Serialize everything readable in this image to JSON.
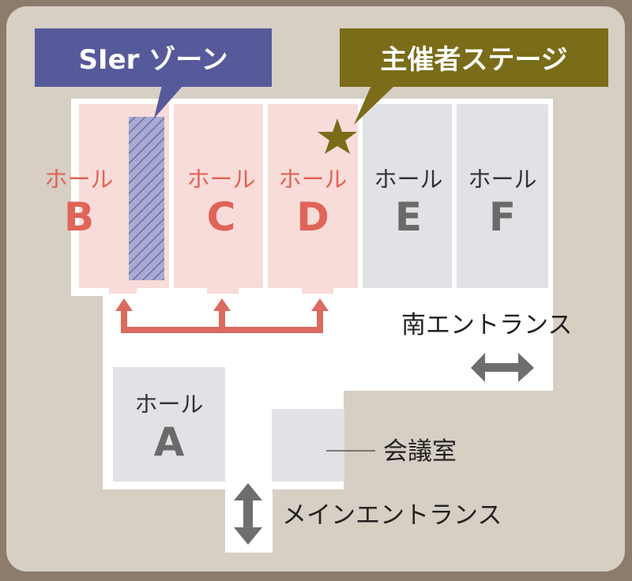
{
  "callouts": {
    "sier_zone": "SIer ゾーン",
    "organizer_stage": "主催者ステージ"
  },
  "halls": [
    {
      "prefix": "ホール",
      "letter": "B",
      "state": "highlighted"
    },
    {
      "prefix": "ホール",
      "letter": "C",
      "state": "highlighted"
    },
    {
      "prefix": "ホール",
      "letter": "D",
      "state": "highlighted"
    },
    {
      "prefix": "ホール",
      "letter": "E",
      "state": "normal"
    },
    {
      "prefix": "ホール",
      "letter": "F",
      "state": "normal"
    },
    {
      "prefix": "ホール",
      "letter": "A",
      "state": "normal"
    }
  ],
  "labels": {
    "south_entrance": "南エントランス",
    "meeting_room": "会議室",
    "main_entrance": "メインエントランス"
  },
  "colors": {
    "background_frame": "#8c7c6c",
    "map_panel": "#d7cec4",
    "floor": "#ffffff",
    "highlighted_hall": "#f8dcd9",
    "highlighted_text": "#e06458",
    "normal_hall": "#e1e2e5",
    "normal_text": "#6a6a6a",
    "sier_callout": "#575a9a",
    "stage_callout": "#7a6c18",
    "star": "#7a6c18",
    "connector_arrows": "#dc6a5e",
    "entrance_arrows": "#6e6e6e"
  },
  "icons": {
    "stage_marker": "star-icon",
    "zone_hatch": "hatched-zone",
    "entrance_marker": "double-arrow-icon"
  }
}
